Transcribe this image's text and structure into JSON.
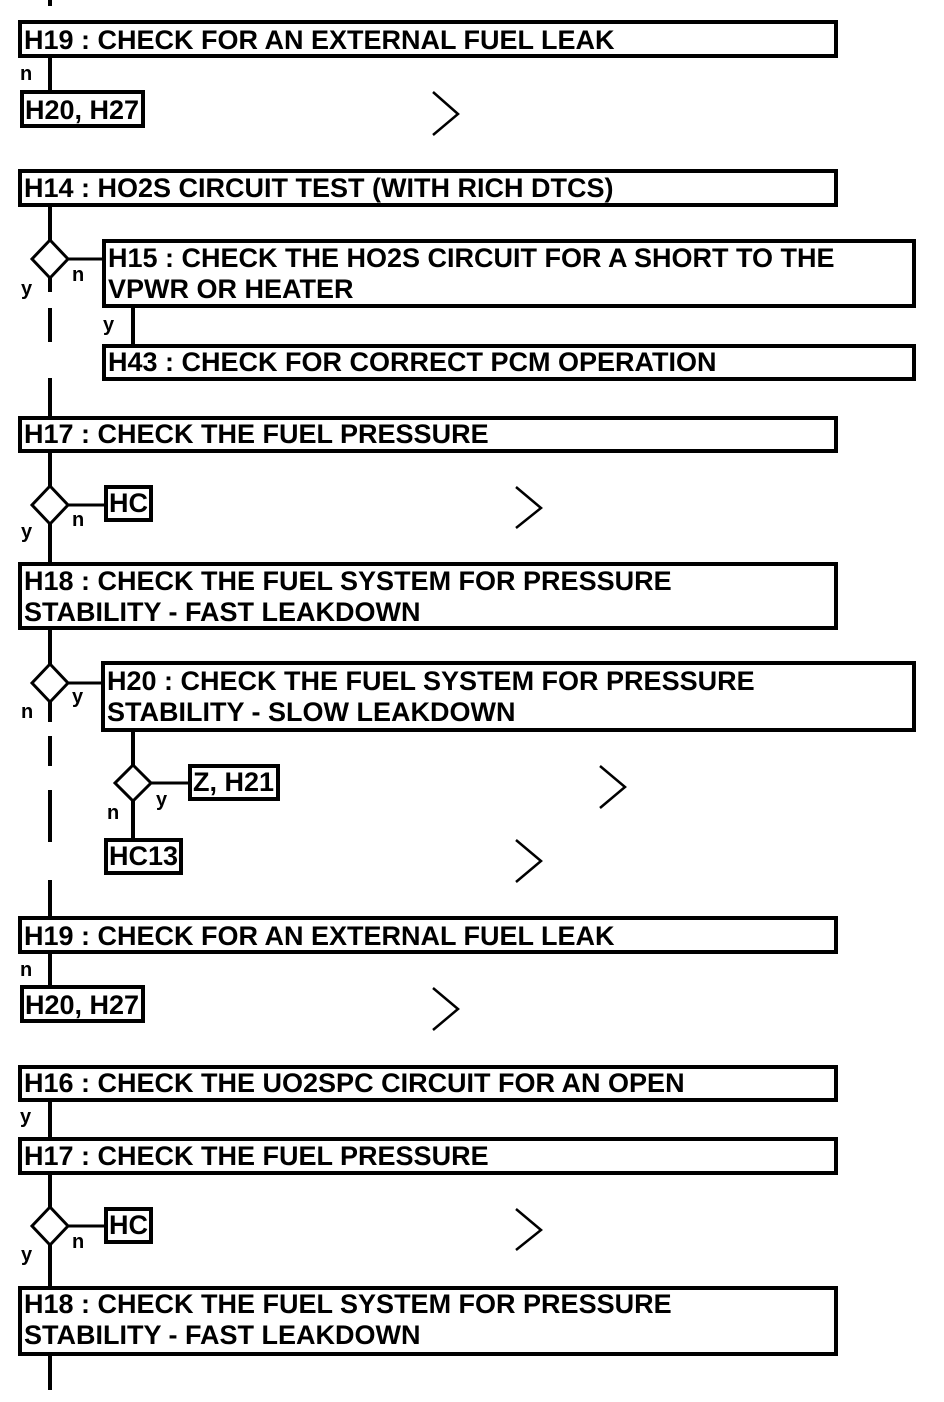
{
  "steps": {
    "h19_a": "H19 : CHECK FOR AN EXTERNAL FUEL LEAK",
    "ref_h20_h27_a": "H20, H27",
    "h14": "H14 : HO2S CIRCUIT TEST (WITH RICH DTCS)",
    "h15_line1": "H15 : CHECK THE HO2S CIRCUIT FOR A SHORT TO THE",
    "h15_line2": "VPWR OR HEATER",
    "h43": "H43 : CHECK FOR CORRECT PCM OPERATION",
    "h17_a": "H17 : CHECK THE FUEL PRESSURE",
    "hc_a": "HC",
    "h18_a_line1": "H18 : CHECK THE FUEL SYSTEM FOR PRESSURE",
    "h18_a_line2": "STABILITY - FAST LEAKDOWN",
    "h20_line1": "H20 : CHECK THE FUEL SYSTEM FOR PRESSURE",
    "h20_line2": "STABILITY - SLOW LEAKDOWN",
    "ref_z_h21": "Z, H21",
    "ref_hc13": "HC13",
    "h19_b": "H19 : CHECK FOR AN EXTERNAL FUEL LEAK",
    "ref_h20_h27_b": "H20, H27",
    "h16": "H16 : CHECK THE UO2SPC CIRCUIT FOR AN OPEN",
    "h17_b": "H17 : CHECK THE FUEL PRESSURE",
    "hc_b": "HC",
    "h18_b_line1": "H18 : CHECK THE FUEL SYSTEM FOR PRESSURE",
    "h18_b_line2": "STABILITY - FAST LEAKDOWN"
  },
  "branch_labels": {
    "n1": "n",
    "y_h14": "y",
    "n_h14": "n",
    "y_h15": "y",
    "y_h17a": "y",
    "n_h17a": "n",
    "n_h18a": "n",
    "y_h18a": "y",
    "n_h20": "n",
    "y_h20": "y",
    "n_h19b": "n",
    "y_h16": "y",
    "y_h17b": "y",
    "n_h17b": "n"
  }
}
